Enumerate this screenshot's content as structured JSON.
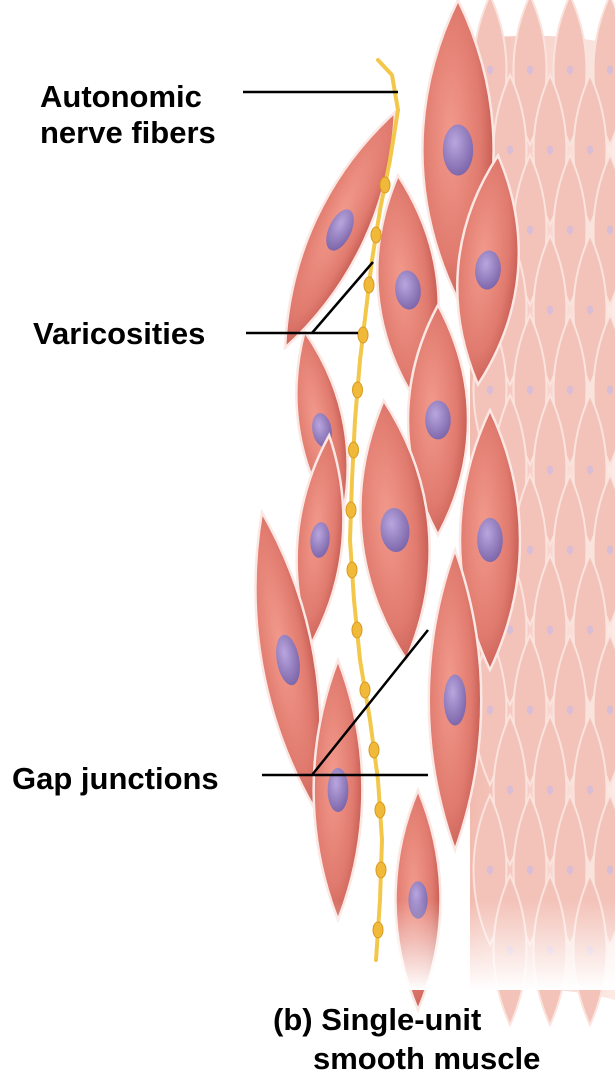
{
  "labels": {
    "autonomic_line1": "Autonomic",
    "autonomic_line2": "nerve fibers",
    "varicosities": "Varicosities",
    "gap_junctions": "Gap junctions"
  },
  "caption": {
    "line1": "(b) Single-unit",
    "line2": "smooth muscle"
  },
  "colors": {
    "muscle_cell": "#e07a6e",
    "muscle_cell_dark": "#c9574d",
    "nucleus": "#8d76b8",
    "nerve_fiber": "#f2c74a",
    "background_tissue": "#f4cfc6"
  }
}
